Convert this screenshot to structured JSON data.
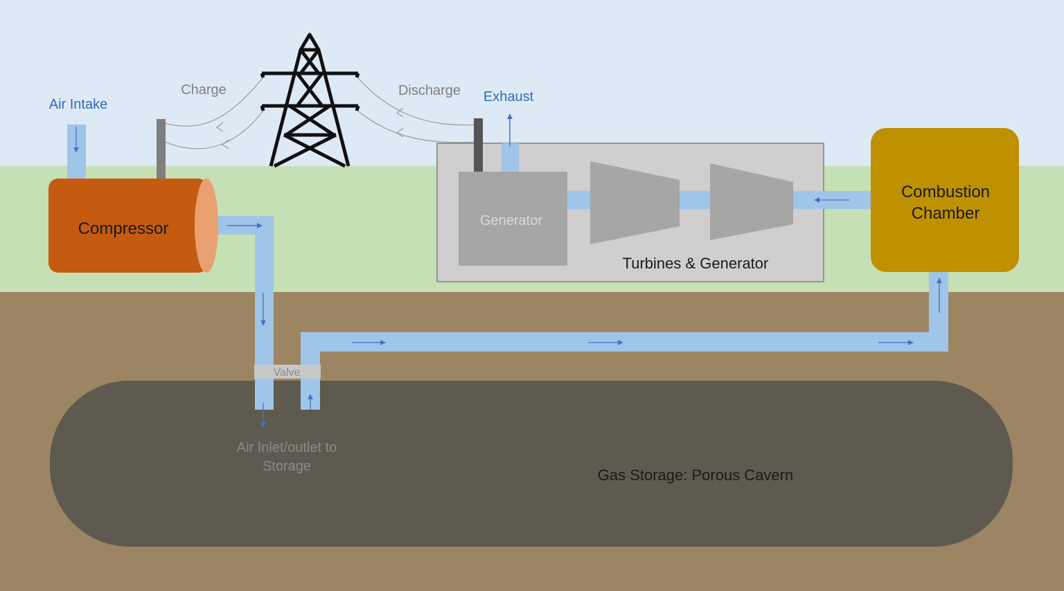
{
  "labels": {
    "air_intake": "Air Intake",
    "charge": "Charge",
    "discharge": "Discharge",
    "exhaust": "Exhaust",
    "compressor": "Compressor",
    "generator": "Generator",
    "turbines_generator": "Turbines & Generator",
    "combustion_line1": "Combustion",
    "combustion_line2": "Chamber",
    "valve": "Valve",
    "air_inlet_line1": "Air Inlet/outlet to",
    "air_inlet_line2": "Storage",
    "gas_storage": "Gas Storage: Porous Cavern"
  },
  "colors": {
    "sky": "#dde9f5",
    "grass": "#c5e0b4",
    "soil": "#9c8562",
    "cavern": "#5f5a4f",
    "pipe": "#9fc5e8",
    "flow_arrow": "#4472c4",
    "compressor_body": "#c55a11",
    "compressor_end": "#e9a070",
    "combustion_chamber": "#bf9000",
    "turbine_housing": "#d0cece",
    "machinery": "#a6a6a6",
    "pole": "#7f7f7f",
    "tower": "#111111",
    "text_blue": "#2f6bb5",
    "text_gray": "#808080"
  }
}
